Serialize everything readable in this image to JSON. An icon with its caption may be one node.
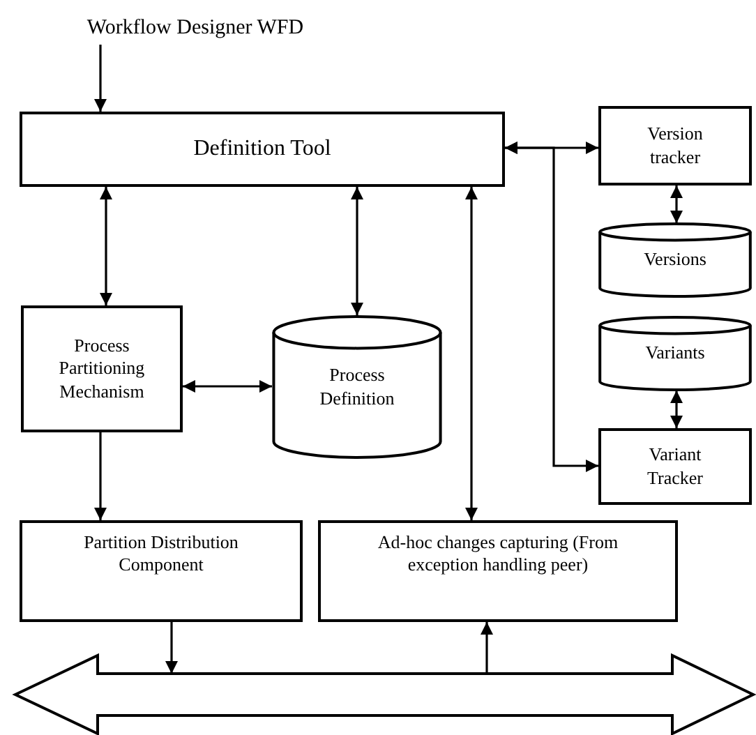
{
  "diagram": {
    "nodes": [
      {
        "text": [
          "Workflow Designer WFD"
        ]
      },
      {
        "text": [
          "Definition Tool"
        ]
      },
      {
        "text": [
          "Version tracker"
        ]
      },
      {
        "text": [
          "Versions"
        ]
      },
      {
        "text": [
          "Variants"
        ]
      },
      {
        "text": [
          "Process Partitioning Mechanism"
        ]
      },
      {
        "text": [
          "Process Definition"
        ]
      },
      {
        "text": [
          "Variant Tracker"
        ]
      },
      {
        "text": [
          "Partition Distribution Component"
        ]
      },
      {
        "text": [
          "Ad-hoc changes capturing (From exception handling peer)"
        ]
      },
      {
        "text": [],
        "shape": "arrow"
      }
    ],
    "edges": [
      {
        "from": 0,
        "to": 1,
        "arrow": "to"
      },
      {
        "from": 1,
        "to": 5,
        "arrow": "both"
      },
      {
        "from": 1,
        "to": 6,
        "arrow": "both"
      },
      {
        "from": 1,
        "to": 9,
        "arrow": "both"
      },
      {
        "from": 1,
        "to": 2,
        "arrow": "both"
      },
      {
        "from": 1,
        "to": 7,
        "arrow": "both"
      },
      {
        "from": 2,
        "to": 3,
        "arrow": "both"
      },
      {
        "from": 4,
        "to": 7,
        "arrow": "both"
      },
      {
        "from": 5,
        "to": 6,
        "arrow": "both"
      },
      {
        "from": 5,
        "to": 8,
        "arrow": "to"
      },
      {
        "from": 8,
        "to": 10,
        "arrow": "to"
      },
      {
        "from": 10,
        "to": 9,
        "arrow": "to"
      }
    ]
  }
}
